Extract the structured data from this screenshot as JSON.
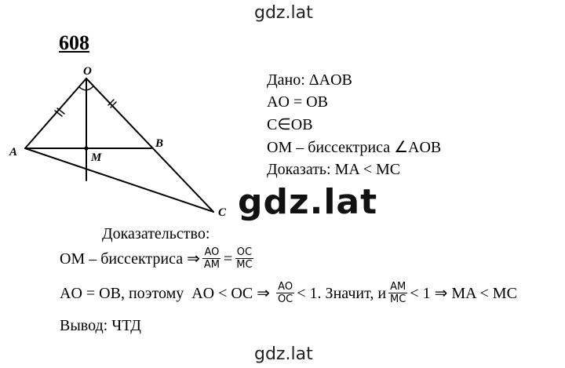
{
  "watermark": {
    "top": "gdz.lat",
    "center": "gdz.lat",
    "bottom": "gdz.lat"
  },
  "problem_number": "608",
  "figure_labels": {
    "O": "O",
    "A": "A",
    "B": "B",
    "M": "M",
    "C": "C"
  },
  "given": {
    "line1": "Дано: ΔAOB",
    "line2": "AO = OB",
    "line3": "C∈OB",
    "line4": "OM – биссектриса ∠AOB",
    "line5": "Доказать: MA < MC"
  },
  "proof": {
    "heading": "Доказательство:",
    "l1_text": "OM – биссектриса ⇒",
    "l1_f1_num": "AO",
    "l1_f1_den": "AM",
    "l1_eq": "=",
    "l1_f2_num": "OC",
    "l1_f2_den": "MC",
    "l2_text1": "AO = OB, поэтому  AO < OC ⇒",
    "l2_f1_num": "AO",
    "l2_f1_den": "OC",
    "l2_text2": "< 1. Значит, и",
    "l2_f2_num": "AM",
    "l2_f2_den": "MC",
    "l2_text3": "< 1 ⇒ MA < MC",
    "conclusion": "Вывод: ЧТД"
  }
}
